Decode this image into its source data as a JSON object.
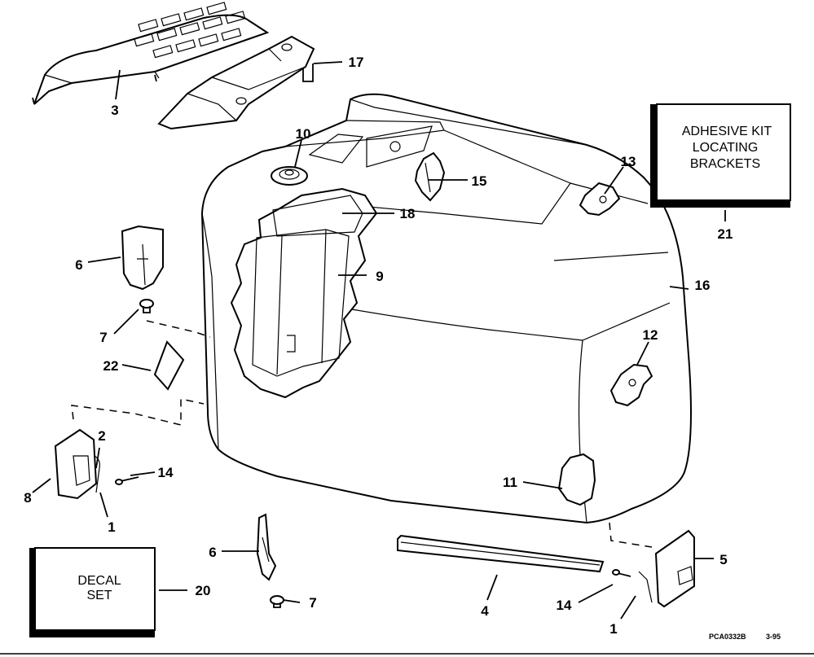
{
  "callouts": {
    "c1a": "1",
    "c1b": "1",
    "c2": "2",
    "c3": "3",
    "c4": "4",
    "c5": "5",
    "c6a": "6",
    "c6b": "6",
    "c7a": "7",
    "c7b": "7",
    "c8": "8",
    "c9": "9",
    "c10": "10",
    "c11": "11",
    "c12": "12",
    "c13": "13",
    "c14a": "14",
    "c14b": "14",
    "c15": "15",
    "c16": "16",
    "c17": "17",
    "c18": "18",
    "c20": "20",
    "c21": "21",
    "c22": "22"
  },
  "boxes": {
    "adhesive_line1": "ADHESIVE KIT",
    "adhesive_line2": "LOCATING",
    "adhesive_line3": "BRACKETS",
    "decal_line1": "DECAL",
    "decal_line2": "SET"
  },
  "footer": {
    "code": "PCA0332B",
    "date": "3-95"
  }
}
